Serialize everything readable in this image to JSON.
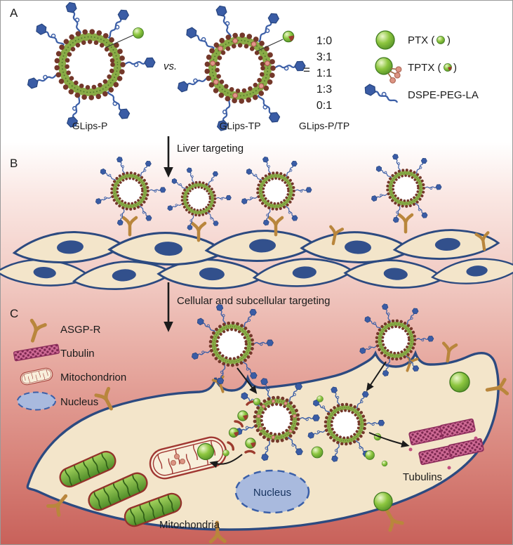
{
  "panel_a": {
    "label": "A",
    "liposome_left_caption": "GLips-P",
    "vs": "vs.",
    "liposome_right_caption": "GLips-TP",
    "equals": "=",
    "ratios": [
      "1:0",
      "3:1",
      "1:1",
      "1:3",
      "0:1"
    ],
    "ratio_caption": "GLips-P/TP",
    "legend": {
      "ptx_prefix": "PTX (",
      "ptx_suffix": ")",
      "tptx_prefix": "TPTX (",
      "tptx_suffix": ")",
      "dspe": "DSPE-PEG-LA"
    }
  },
  "arrows": {
    "liver_label": "Liver targeting",
    "cellular_label": "Cellular and subcellular targeting"
  },
  "panel_b": {
    "label": "B"
  },
  "panel_c": {
    "label": "C",
    "legend": [
      {
        "icon": "asgp-receptor-icon",
        "label": "ASGP-R"
      },
      {
        "icon": "tubulin-icon",
        "label": "Tubulin"
      },
      {
        "icon": "mitochondrion-icon",
        "label": "Mitochondrion"
      },
      {
        "icon": "nucleus-icon",
        "label": "Nucleus"
      }
    ],
    "nucleus_label": "Nucleus",
    "mitochondria_label": "Mitochondria",
    "tubulins_label": "Tubulins"
  },
  "colors": {
    "background_top": "#ffffff",
    "background_bottom": "#c8615a",
    "membrane_green": "#8aab47",
    "lipid_head_brown": "#74382a",
    "peg_blue": "#3c5fa7",
    "cell_fill": "#f3e5ca",
    "cell_outline": "#2c4a80",
    "receptor_tan": "#b9863c",
    "ptx_green": "#8dc63f",
    "tptx_pink": "#dc9483",
    "tubulin_pink": "#cf6a95",
    "mitochondrion_red": "#a03732",
    "nucleus_fill": "#a9bade"
  }
}
